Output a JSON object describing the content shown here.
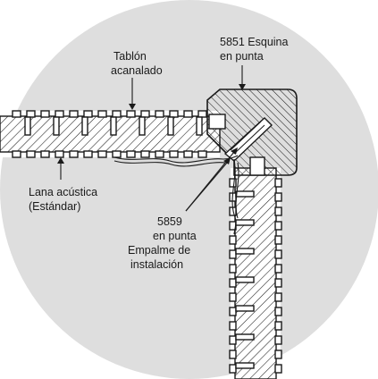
{
  "labels": {
    "plank_line1": "Tablón",
    "plank_line2": "acanalado",
    "corner_line1": "5851 Esquina",
    "corner_line2": "en punta",
    "wool_line1": "Lana acústica",
    "wool_line2": "(Estándar)",
    "joint_line1": "5859",
    "joint_line2": "en punta",
    "joint_line3": "Empalme de",
    "joint_line4": "instalación"
  },
  "colors": {
    "background_circle": "#dedede",
    "section": "#ffffff",
    "stroke": "#1a1a1a"
  }
}
